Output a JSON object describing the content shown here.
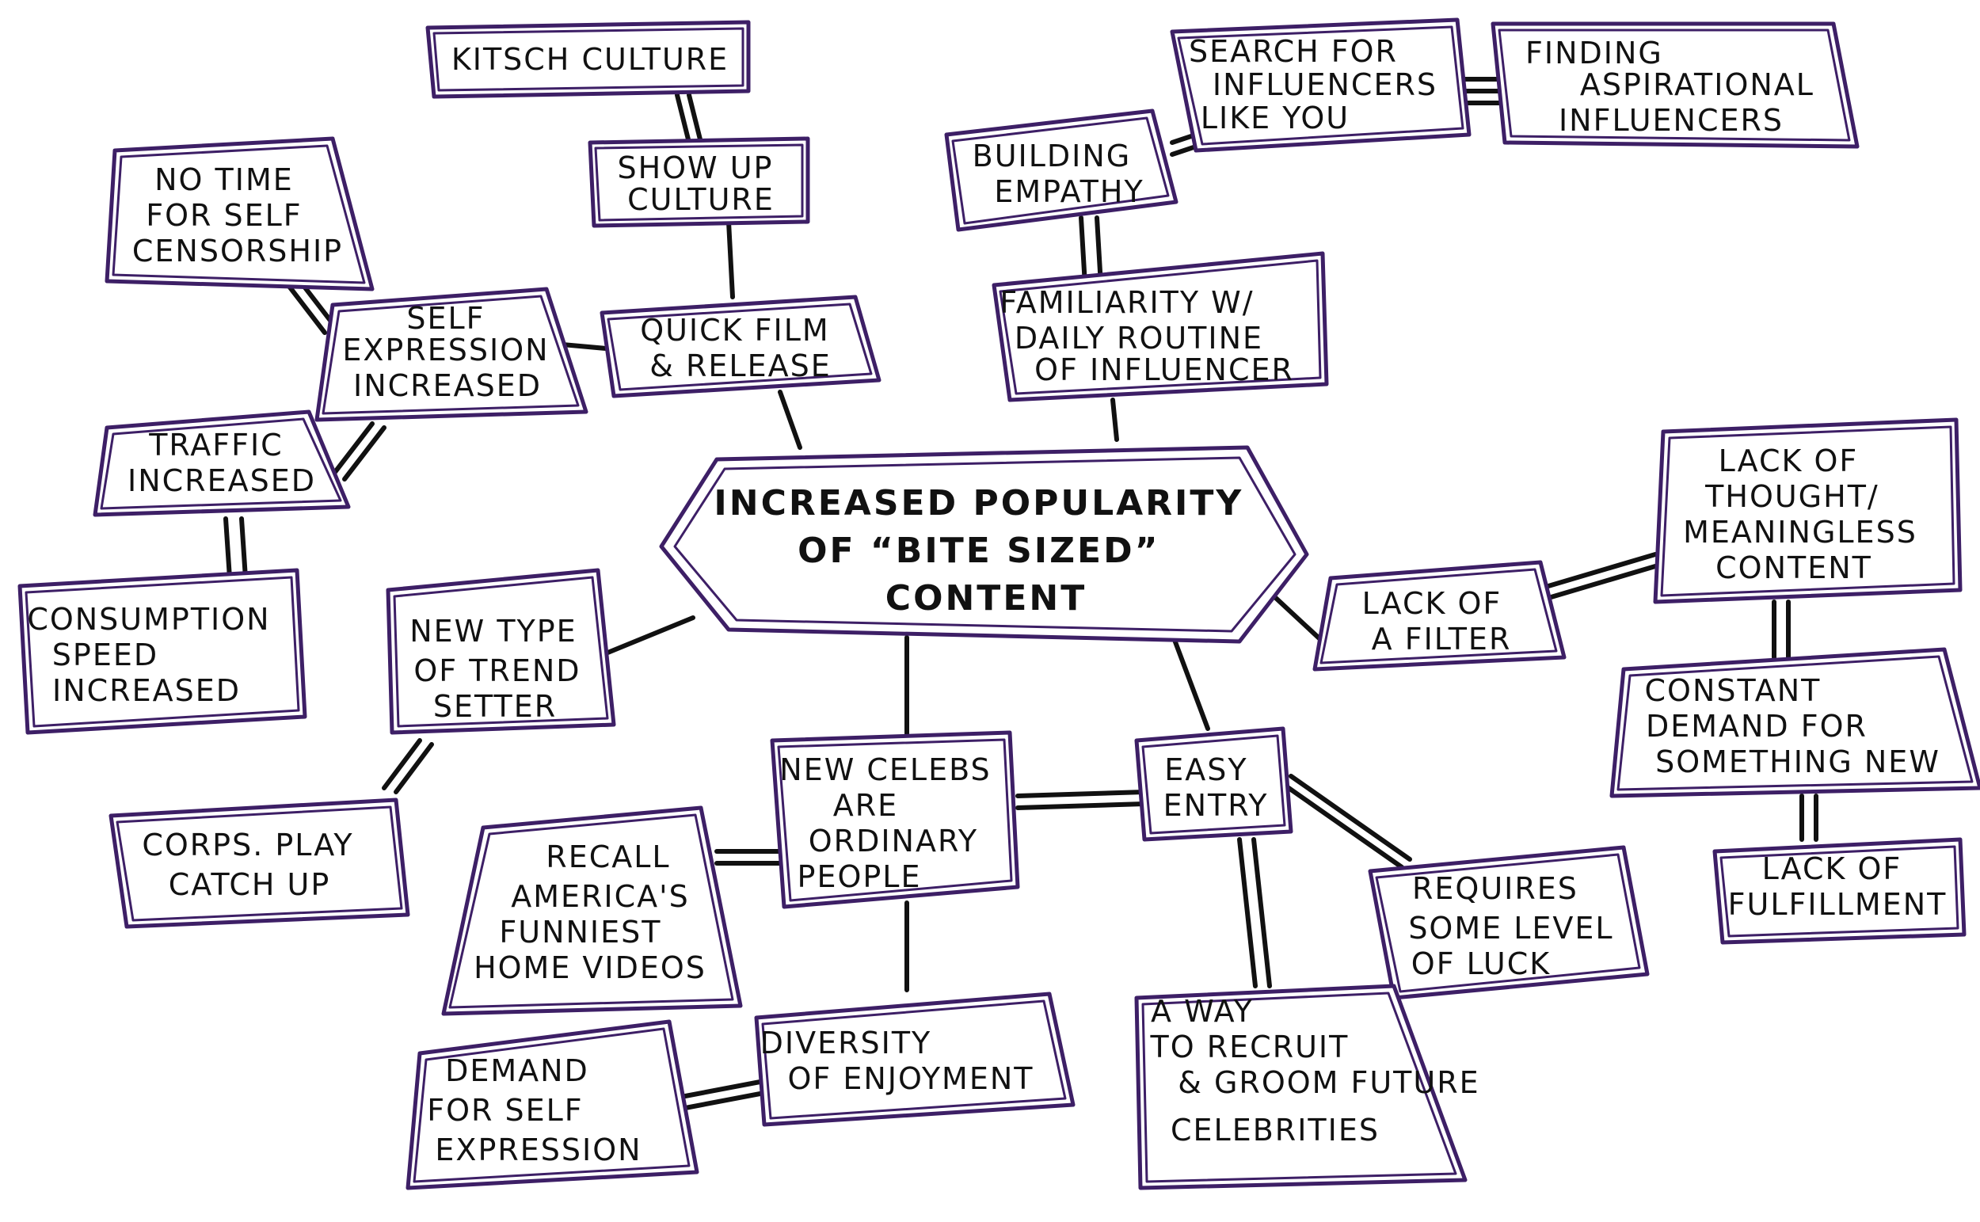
{
  "diagram": {
    "center": {
      "lines": [
        "INCREASED POPULARITY",
        "OF “BITE SIZED”",
        "CONTENT"
      ]
    },
    "nodes": {
      "kitsch_culture": {
        "lines": [
          "KITSCH CULTURE"
        ]
      },
      "show_up_culture": {
        "lines": [
          "SHOW UP",
          "CULTURE"
        ]
      },
      "no_time_self_censorship": {
        "lines": [
          "NO TIME",
          "FOR SELF",
          "CENSORSHIP"
        ]
      },
      "self_expression_increased": {
        "lines": [
          "SELF",
          "EXPRESSION",
          "INCREASED"
        ]
      },
      "quick_film_release": {
        "lines": [
          "QUICK FILM",
          "& RELEASE"
        ]
      },
      "traffic_increased": {
        "lines": [
          "TRAFFIC",
          "INCREASED"
        ]
      },
      "consumption_speed_increased": {
        "lines": [
          "CONSUMPTION",
          "SPEED",
          "INCREASED"
        ]
      },
      "new_type_trend_setter": {
        "lines": [
          "NEW TYPE",
          "OF TREND",
          "SETTER"
        ]
      },
      "corps_play_catch_up": {
        "lines": [
          "CORPS. PLAY",
          "CATCH UP"
        ]
      },
      "building_empathy": {
        "lines": [
          "BUILDING",
          "EMPATHY"
        ]
      },
      "search_for_influencers": {
        "lines": [
          "SEARCH FOR",
          "INFLUENCERS",
          "LIKE YOU"
        ]
      },
      "finding_aspirational_influencers": {
        "lines": [
          "FINDING",
          "ASPIRATIONAL",
          "INFLUENCERS"
        ]
      },
      "familiarity_daily_routine": {
        "lines": [
          "FAMILIARITY W/",
          "DAILY ROUTINE",
          "OF INFLUENCER"
        ]
      },
      "lack_of_a_filter": {
        "lines": [
          "LACK OF",
          "A FILTER"
        ]
      },
      "lack_of_thought": {
        "lines": [
          "LACK OF",
          "THOUGHT/",
          "MEANINGLESS",
          "CONTENT"
        ]
      },
      "constant_demand": {
        "lines": [
          "CONSTANT",
          "DEMAND FOR",
          "SOMETHING NEW"
        ]
      },
      "lack_of_fulfillment": {
        "lines": [
          "LACK OF",
          "FULFILLMENT"
        ]
      },
      "new_celebs": {
        "lines": [
          "NEW CELEBS",
          "ARE",
          "ORDINARY",
          "PEOPLE"
        ]
      },
      "easy_entry": {
        "lines": [
          "EASY",
          "ENTRY"
        ]
      },
      "recall_afv": {
        "lines": [
          "RECALL",
          "AMERICA'S",
          "FUNNIEST",
          "HOME VIDEOS"
        ]
      },
      "requires_luck": {
        "lines": [
          "REQUIRES",
          "SOME LEVEL",
          "OF LUCK"
        ]
      },
      "diversity_of_enjoyment": {
        "lines": [
          "DIVERSITY",
          "OF ENJOYMENT"
        ]
      },
      "demand_self_expression": {
        "lines": [
          "DEMAND",
          "FOR SELF",
          "EXPRESSION"
        ]
      },
      "way_to_recruit": {
        "lines": [
          "A WAY",
          "TO RECRUIT",
          "& GROOM FUTURE",
          "CELEBRITIES"
        ]
      }
    }
  }
}
